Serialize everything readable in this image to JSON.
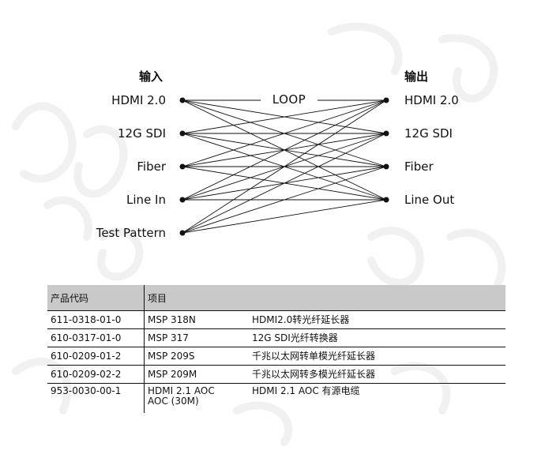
{
  "diagram": {
    "input_header": "输入",
    "output_header": "输出",
    "inputs": [
      "HDMI 2.0",
      "12G SDI",
      "Fiber",
      "Line In",
      "Test Pattern"
    ],
    "outputs": [
      "HDMI 2.0",
      "12G SDI",
      "Fiber",
      "Line Out"
    ],
    "loop_label": "LOOP"
  },
  "table": {
    "headers": [
      "产品代码",
      "项目",
      ""
    ],
    "rows": [
      [
        "611-0318-01-0",
        "MSP 318N",
        "HDMI2.0转光纤延长器"
      ],
      [
        "610-0317-01-0",
        "MSP 317",
        "12G SDI光纤转换器"
      ],
      [
        "610-0209-01-2",
        "MSP 209S",
        "千兆以太网转单模光纤延长器"
      ],
      [
        "610-0209-02-2",
        "MSP 209M",
        "千兆以太网转多模光纤延长器"
      ],
      [
        "953-0030-00-1",
        "HDMI 2.1 AOC AOC (30M)",
        "HDMI 2.1 AOC 有源电缆"
      ]
    ]
  },
  "colors": {
    "line": "#111111",
    "table_header_bg": "#c9c9c9",
    "watermark": "#f3f3f3"
  }
}
